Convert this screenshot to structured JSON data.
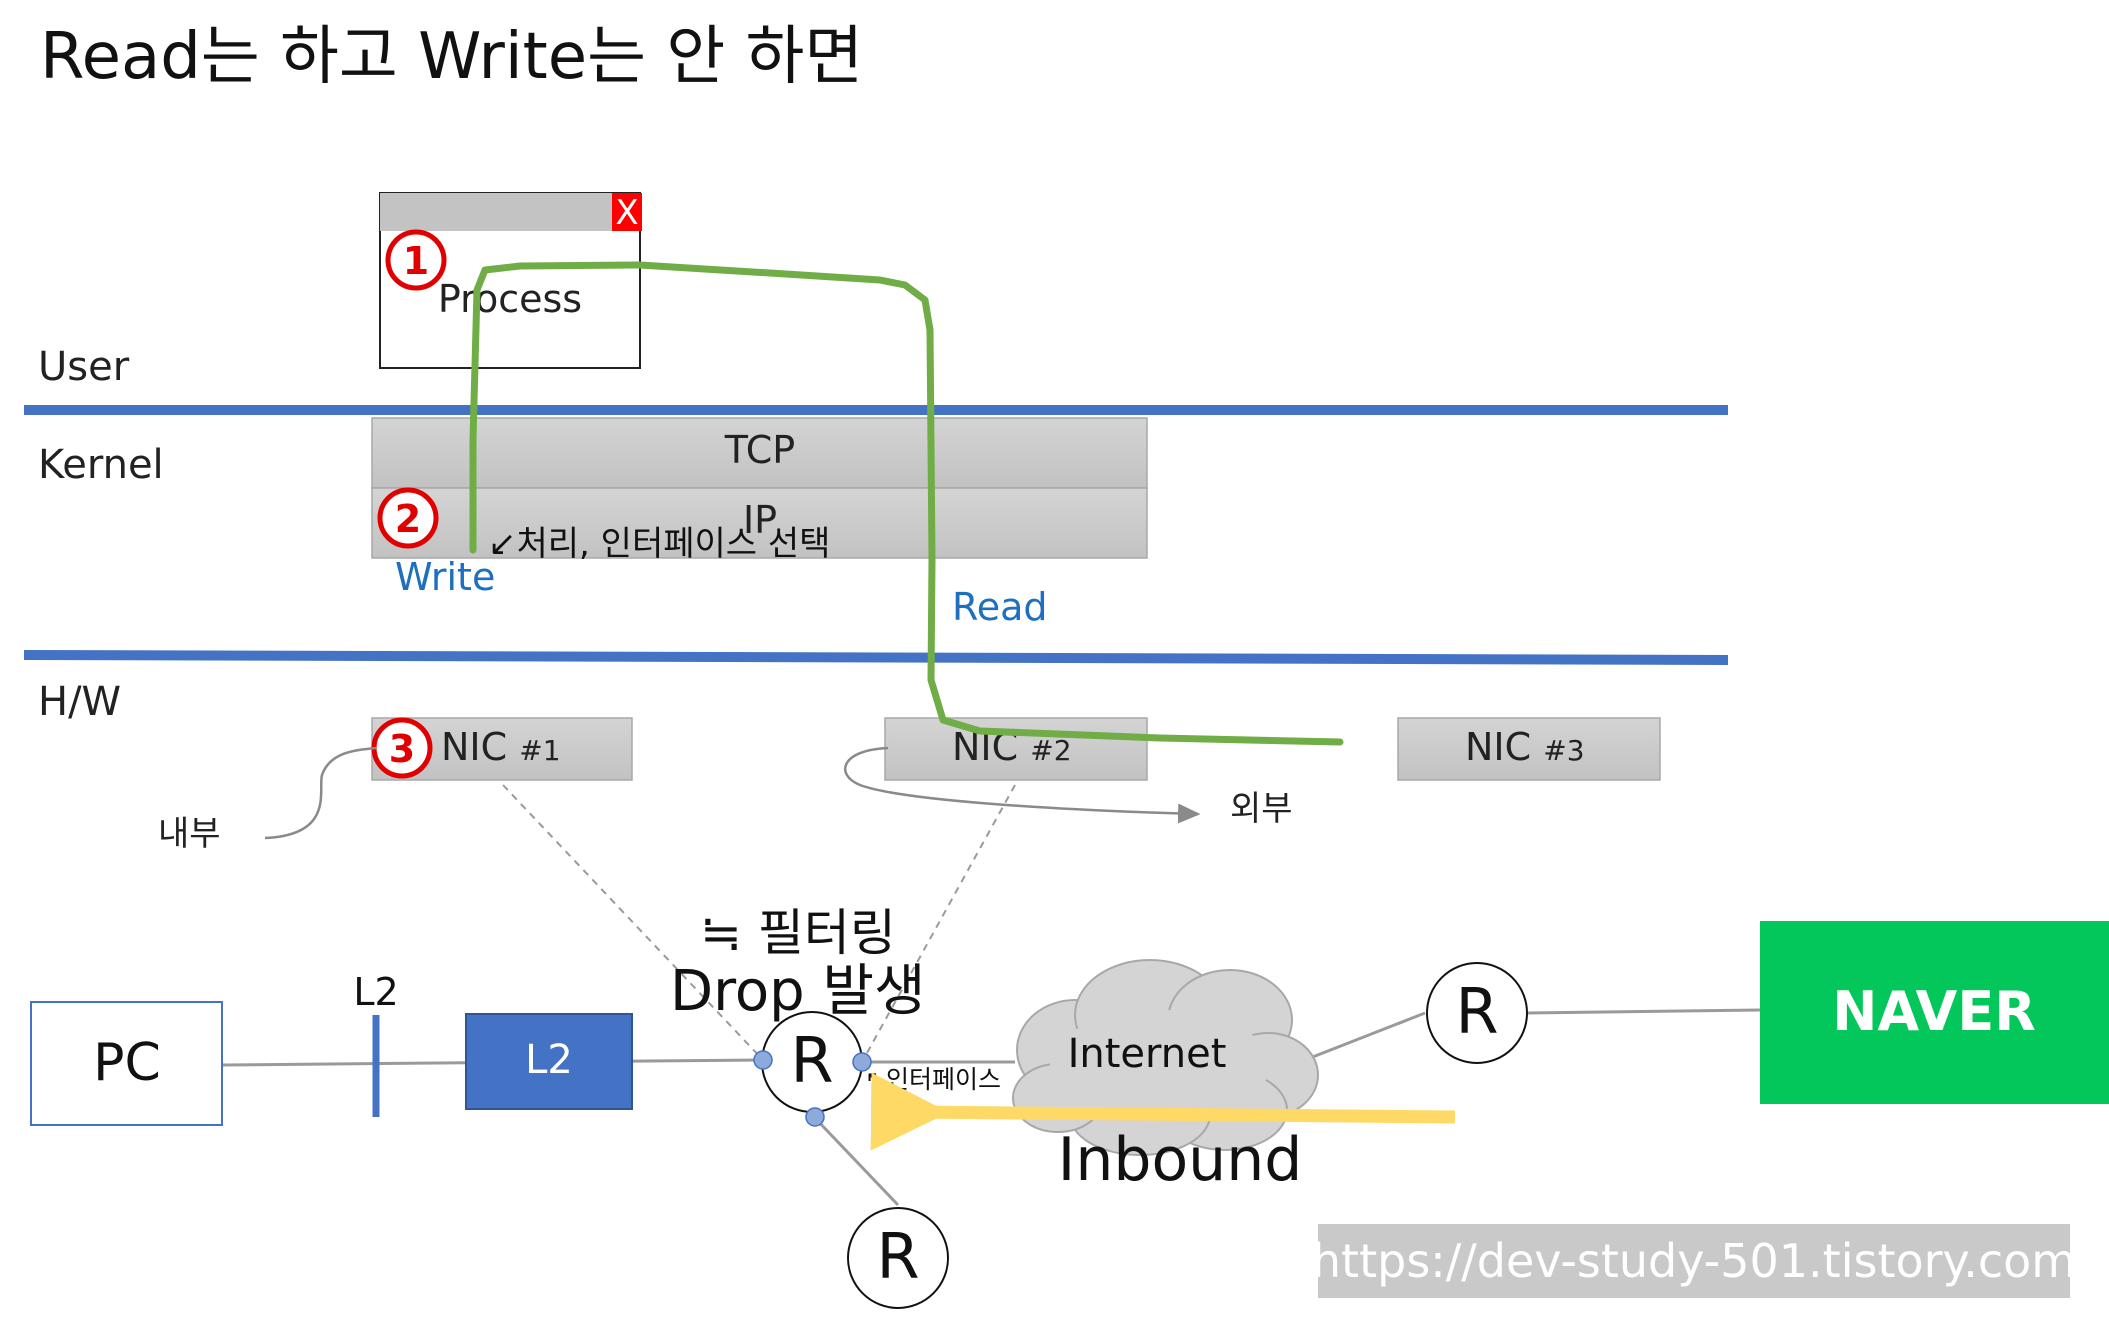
{
  "title": "Read는 하고 Write는 안 하면",
  "layers": {
    "user": "User",
    "kernel": "Kernel",
    "hw": "H/W"
  },
  "process": {
    "label": "Process",
    "close": "X"
  },
  "kernel_boxes": {
    "tcp": "TCP",
    "ip": "IP",
    "ip_note": "↙처리, 인터페이스 선택"
  },
  "steps": {
    "one": "①",
    "two": "②",
    "three": "③"
  },
  "flow": {
    "write": "Write",
    "read": "Read"
  },
  "nics": [
    {
      "main": "NIC ",
      "num": "#1"
    },
    {
      "main": "NIC ",
      "num": "#2"
    },
    {
      "main": "NIC ",
      "num": "#3"
    }
  ],
  "labels": {
    "internal": "내부",
    "external": "외부",
    "filtering": "≒ 필터링",
    "drop": "Drop 발생",
    "interface": "↖인터페이스",
    "inbound": "Inbound"
  },
  "network": {
    "pc": "PC",
    "l2_switch_label": "L2",
    "l2_box": "L2",
    "router": "R",
    "internet": "Internet",
    "naver": "NAVER"
  },
  "watermark": "https://dev-study-501.tistory.com",
  "colors": {
    "layer_line": "#4472c4",
    "green_path": "#70ad47",
    "red": "#e00000",
    "blue_text": "#1f6fc0",
    "naver": "#03c75a",
    "l2_box": "#4472c4",
    "inbound_arrow": "#ffd966"
  }
}
